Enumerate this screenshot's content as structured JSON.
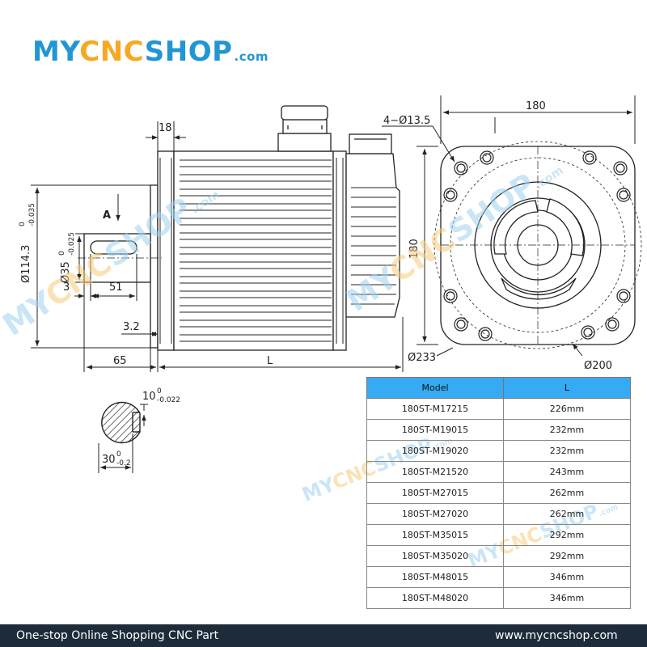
{
  "brand": {
    "my": "MY",
    "cnc": "CNC",
    "shop": "SHOP",
    "com": ".com"
  },
  "watermark": {
    "my": "MY",
    "cnc": "CNC",
    "shop": "SHOP",
    "com": ".com"
  },
  "colors": {
    "brand_blue": "#2196d3",
    "brand_orange": "#f7a823",
    "table_header": "#36aaf2",
    "footer_bg": "#1d2b3a"
  },
  "side_view": {
    "flange_width": "18",
    "shaft_tolerance": "Ø114.3",
    "shaft_tol_upper": "0",
    "shaft_tol_lower": "-0.035",
    "shaft_diameter": "Ø35",
    "shaft_dia_upper": "0",
    "shaft_dia_lower": "-0.025",
    "section_marker": "A",
    "key_offset": "3",
    "key_length": "51",
    "flange_step": "3.2",
    "shaft_length": "65",
    "body_length": "L"
  },
  "front_view": {
    "width": "180",
    "height": "180",
    "holes": "4−Ø13.5",
    "bolt_circle": "Ø200",
    "outer_circle": "Ø233"
  },
  "key_section": {
    "key_width": "10",
    "key_width_upper": "0",
    "key_width_lower": "-0.022",
    "key_depth": "30",
    "key_depth_upper": "0",
    "key_depth_lower": "-0.2"
  },
  "table": {
    "headers": [
      "Model",
      "L"
    ],
    "rows": [
      [
        "180ST-M17215",
        "226mm"
      ],
      [
        "180ST-M19015",
        "232mm"
      ],
      [
        "180ST-M19020",
        "232mm"
      ],
      [
        "180ST-M21520",
        "243mm"
      ],
      [
        "180ST-M27015",
        "262mm"
      ],
      [
        "180ST-M27020",
        "262mm"
      ],
      [
        "180ST-M35015",
        "292mm"
      ],
      [
        "180ST-M35020",
        "292mm"
      ],
      [
        "180ST-M48015",
        "346mm"
      ],
      [
        "180ST-M48020",
        "346mm"
      ]
    ]
  },
  "footer": {
    "tagline": "One-stop Online Shopping CNC Part",
    "url": "www.mycncshop.com"
  }
}
